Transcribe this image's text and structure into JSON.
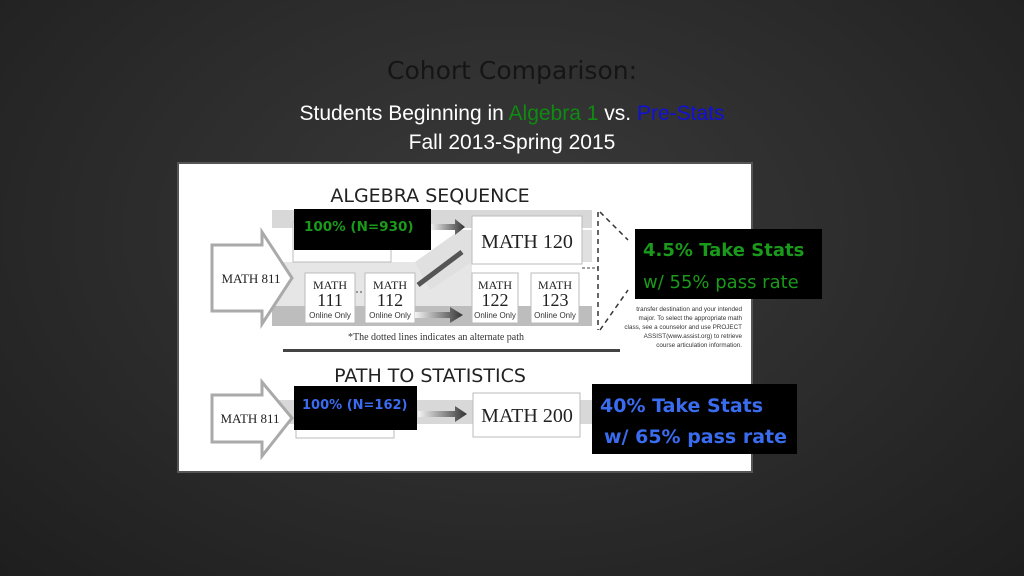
{
  "slide": {
    "title": "Cohort Comparison:",
    "subtitle_prefix": "Students Beginning in ",
    "subtitle_group1": "Algebra 1",
    "subtitle_mid": " vs. ",
    "subtitle_group2": "Pre-Stats",
    "date_range": "Fall 2013-Spring 2015",
    "colors": {
      "group1": "#0f8a12",
      "group2": "#1010d8",
      "callout_green": "#1a9a1a",
      "callout_blue": "#3a6cf0"
    }
  },
  "diagram": {
    "algebra_heading": "ALGEBRA SEQUENCE",
    "stats_heading": "PATH TO STATISTICS",
    "start_course": "MATH 811",
    "courses": {
      "math120": "MATH 120",
      "math111": {
        "name": "MATH",
        "num": "111",
        "note": "Online Only"
      },
      "math112": {
        "name": "MATH",
        "num": "112",
        "note": "Online Only"
      },
      "math122": {
        "name": "MATH",
        "num": "122",
        "note": "Online Only"
      },
      "math123": {
        "name": "MATH",
        "num": "123",
        "note": "Online Only"
      },
      "math200": "MATH 200"
    },
    "footnote": "*The dotted lines indicates an alternate path",
    "side_note": [
      "transfer destination and your intended",
      "major. To select the appropriate math",
      "class, see a counselor and use PROJECT",
      "ASSIST(www.assist.org) to retrieve",
      "course articulation information."
    ]
  },
  "callouts": {
    "algebra_cohort": "100% (N=930)",
    "algebra_result_line1": "4.5% Take Stats",
    "algebra_result_line2": "w/ 55% pass rate",
    "prestats_cohort": "100% (N=162)",
    "prestats_result_line1": "40% Take Stats",
    "prestats_result_line2": "w/ 65% pass rate"
  }
}
